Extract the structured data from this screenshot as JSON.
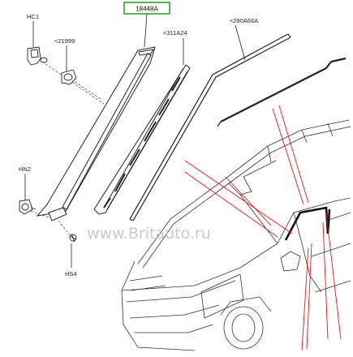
{
  "labels": {
    "part_18448A": "18448A",
    "part_311A24": "<311A24",
    "part_290A66A": "<290A66A",
    "part_HC1": "HC1",
    "part_21999": "<21999",
    "part_HN2": "HN2",
    "part_HS4": "HS4"
  },
  "watermark": "www.Britauto.ru",
  "colors": {
    "highlight_box": "#2aa52a",
    "callout_lines": "#e01818",
    "outline": "#222222",
    "watermark": "#c9c9c9"
  }
}
